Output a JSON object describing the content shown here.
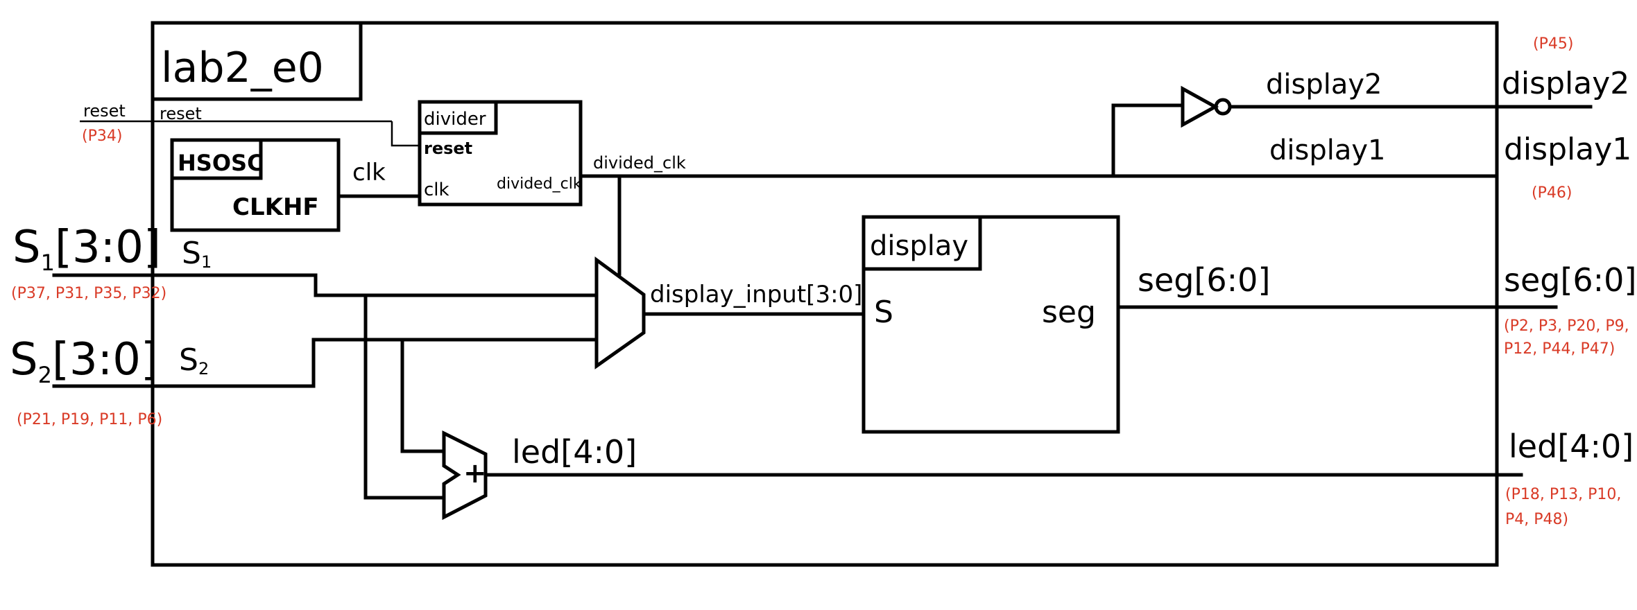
{
  "top_module": "lab2_e0",
  "blocks": {
    "hsosc": {
      "name": "HSOSC",
      "port": "CLKHF"
    },
    "divider": {
      "name": "divider",
      "reset_port": "reset",
      "clk_port": "clk",
      "out_port": "divided_clk"
    },
    "display": {
      "name": "display",
      "in_port": "S",
      "out_port": "seg"
    },
    "adder": {
      "symbol": "+"
    }
  },
  "wires": {
    "reset_inside": "reset",
    "clk": "clk",
    "divided_clk": "divided_clk",
    "s1": "S",
    "s1_sub": "1",
    "s2": "S",
    "s2_sub": "2",
    "display_input": "display_input[3:0]",
    "seg": "seg[6:0]",
    "led": "led[4:0]",
    "display2": "display2",
    "display1": "display1"
  },
  "ports": {
    "reset": {
      "label": "reset",
      "pins": "(P34)"
    },
    "s1": {
      "label": "S",
      "sub": "1",
      "bus": "[3:0]",
      "pins": "(P37, P31, P35, P32)"
    },
    "s2": {
      "label": "S",
      "sub": "2",
      "bus": "[3:0]",
      "pins": "(P21, P19, P11, P6)"
    },
    "display2": {
      "label": "display2",
      "pins": "(P45)"
    },
    "display1": {
      "label": "display1",
      "pins": "(P46)"
    },
    "seg": {
      "label": "seg[6:0]",
      "pins_line1": "(P2, P3, P20, P9,",
      "pins_line2": "P12, P44, P47)"
    },
    "led": {
      "label": "led[4:0]",
      "pins_line1": "(P18, P13, P10,",
      "pins_line2": "P4, P48)"
    }
  }
}
